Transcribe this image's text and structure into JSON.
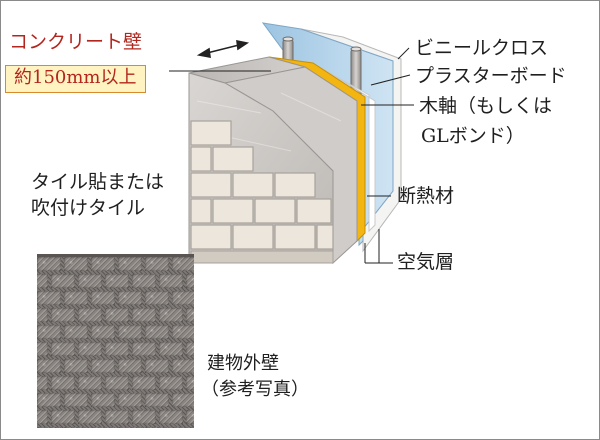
{
  "labels": {
    "concrete_wall": "コンクリート壁",
    "thickness": "約150mm以上",
    "tile_1": "タイル貼または",
    "tile_2": "吹付けタイル",
    "vinyl_cloth": "ビニールクロス",
    "plaster_board": "プラスターボード",
    "wood_axis_1": "木軸（もしくは",
    "wood_axis_2": "GLボンド）",
    "insulation": "断熱材",
    "air_layer": "空気層",
    "photo_caption_1": "建物外壁",
    "photo_caption_2": "（参考写真）"
  },
  "colors": {
    "accent_red": "#b3261e",
    "badge_fill": "#fff3c2",
    "badge_border": "#d88a2c",
    "insulation_yellow": "#f2b512",
    "board_blue": "#a9cde8",
    "concrete_grey": "#c9c6c3",
    "tile_beige": "#ece6dd"
  }
}
